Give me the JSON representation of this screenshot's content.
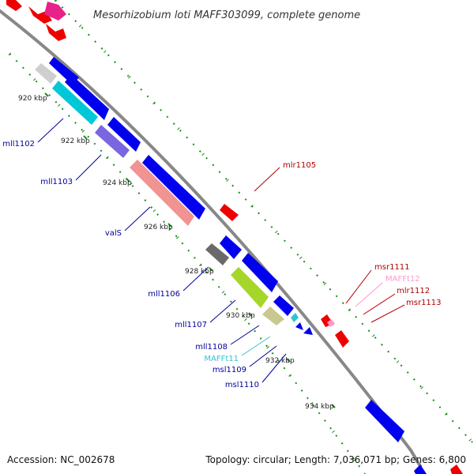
{
  "title": "Mesorhizobium loti MAFF303099, complete genome",
  "accession": "Accession: NC_002678",
  "topology": "Topology: circular; Length: 7,036,071 bp; Genes: 6,800",
  "colors": {
    "minus_label": "#00009b",
    "plus_label": "#b00000",
    "trna_label": "#2ec4d6",
    "pink_label": "#ff99cc",
    "backbone": "#888888",
    "tick_green": "#1b8c1b"
  },
  "kbp_ticks": [
    "920 kbp",
    "922 kbp",
    "924 kbp",
    "926 kbp",
    "928 kbp",
    "930 kbp",
    "932 kbp",
    "934 kbp"
  ],
  "minus_labels": [
    {
      "name": "mll1102",
      "type": "cds"
    },
    {
      "name": "mll1103",
      "type": "cds"
    },
    {
      "name": "valS",
      "type": "cds"
    },
    {
      "name": "mll1106",
      "type": "cds"
    },
    {
      "name": "mll1107",
      "type": "cds"
    },
    {
      "name": "mll1108",
      "type": "cds"
    },
    {
      "name": "MAFFt11",
      "type": "trna"
    },
    {
      "name": "msl1109",
      "type": "cds"
    },
    {
      "name": "msl1110",
      "type": "cds"
    }
  ],
  "plus_labels": [
    {
      "name": "mlr1105",
      "type": "cds"
    },
    {
      "name": "msr1111",
      "type": "cds"
    },
    {
      "name": "MAFFt12",
      "type": "trna"
    },
    {
      "name": "mlr1112",
      "type": "cds"
    },
    {
      "name": "msr1113",
      "type": "cds"
    }
  ]
}
